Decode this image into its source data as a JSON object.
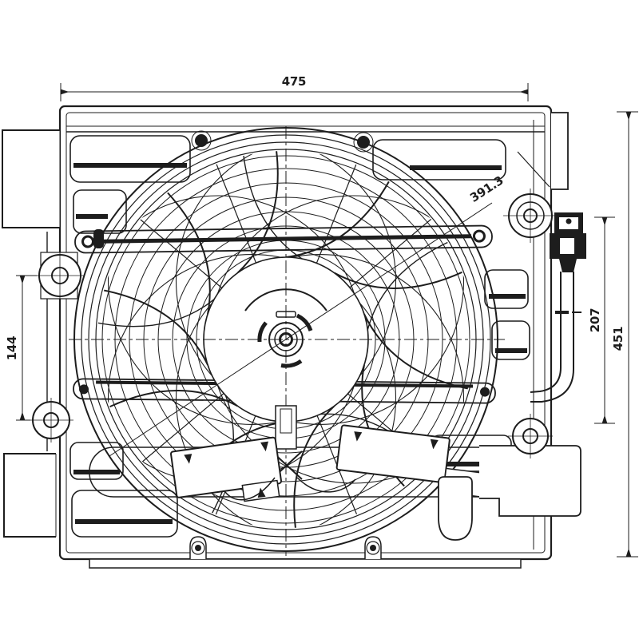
{
  "drawing": {
    "type": "technical-line-drawing",
    "subject": "radiator-condenser-fan-assembly",
    "dimensions": {
      "top_width": "475",
      "fan_diameter": "391.3",
      "left_span": "144",
      "connector_span": "207",
      "overall_height": "451"
    },
    "colors": {
      "line": "#1d1d1d",
      "background": "#ffffff"
    }
  }
}
